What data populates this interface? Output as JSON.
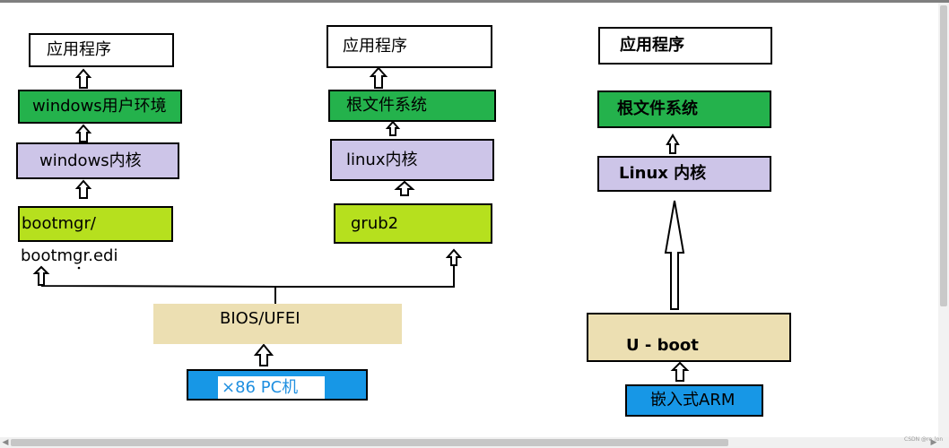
{
  "columns": {
    "windows": {
      "app": "应用程序",
      "userenv": "windows用户环境",
      "kernel": "windows内核",
      "loader_line1": "bootmgr/",
      "loader_line2": "bootmgr.edi"
    },
    "linux": {
      "app": "应用程序",
      "rootfs": "根文件系统",
      "kernel": "linux内核",
      "loader": "grub2"
    },
    "embedded": {
      "app": "应用程序",
      "rootfs": "根文件系统",
      "kernel": "Linux 内核",
      "loader": "U - boot",
      "hardware": "嵌入式ARM"
    }
  },
  "shared": {
    "firmware": "BIOS/UFEI",
    "hardware": "×86  PC机"
  },
  "watermark": "CSDN @re_lon",
  "colors": {
    "green": "#24b24c",
    "purple": "#cdc5e8",
    "lime": "#b6e01e",
    "beige": "#ecdfb2",
    "blue": "#1797e6",
    "blue_highlight": "#ffffff"
  },
  "icons": [
    "hollow-up-arrow-icon",
    "scroll-left-icon",
    "scroll-right-icon"
  ]
}
